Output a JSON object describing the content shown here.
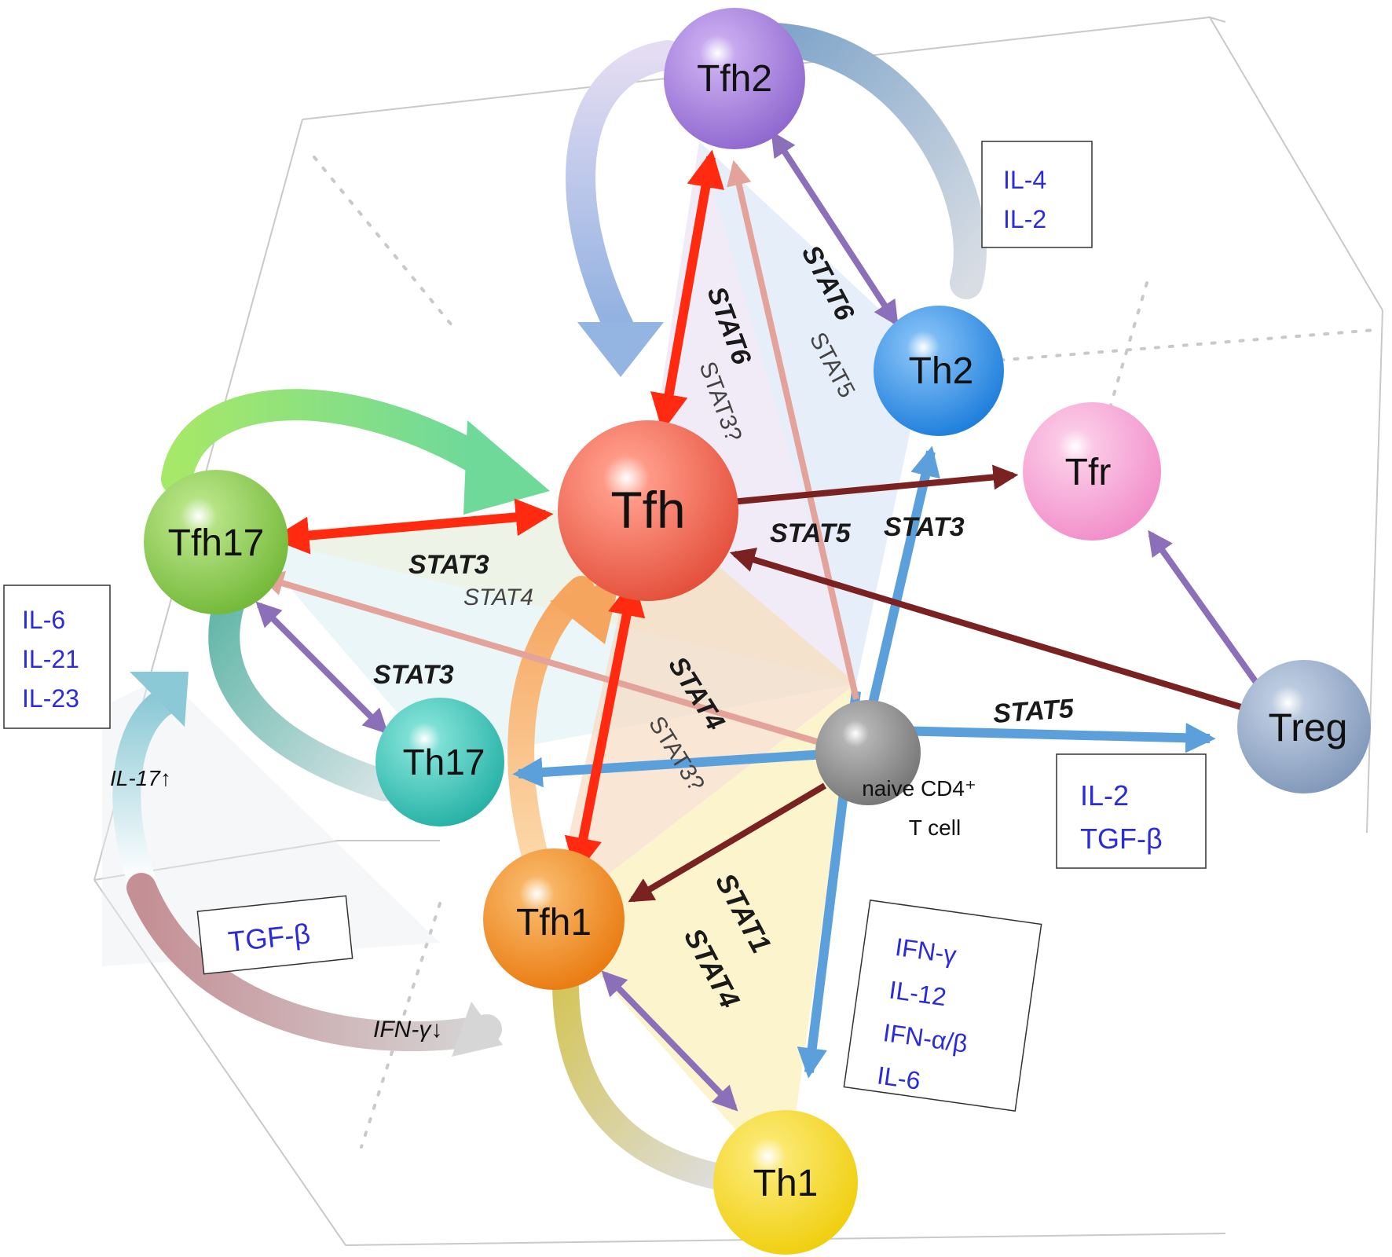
{
  "nodes": {
    "tfh2": "Tfh2",
    "tfh": "Tfh",
    "th2": "Th2",
    "tfr": "Tfr",
    "tfh17": "Tfh17",
    "th17": "Th17",
    "naive_line1": "naive CD4⁺",
    "naive_line2": "T cell",
    "treg": "Treg",
    "tfh1": "Tfh1",
    "th1": "Th1"
  },
  "stat_labels": {
    "tfh2_stat6": "STAT6",
    "tfh2_stat3q": "STAT3?",
    "th2_stat6": "STAT6",
    "th2_stat5": "STAT5",
    "tfr_stat5": "STAT5",
    "tfr_stat3": "STAT3",
    "tfh17_stat3": "STAT3",
    "tfh17_stat4": "STAT4",
    "th17_stat3": "STAT3",
    "tfh1_stat4": "STAT4",
    "tfh1_stat3q": "STAT3?",
    "treg_stat5": "STAT5",
    "th1_stat1": "STAT1",
    "th1_stat4": "STAT4"
  },
  "cytokine_boxes": {
    "th2_box": [
      "IL-4",
      "IL-2"
    ],
    "th17_box": [
      "IL-6",
      "IL-21",
      "IL-23"
    ],
    "treg_box": [
      "IL-2",
      "TGF-β"
    ],
    "th1_box": [
      "IFN-γ",
      "IL-12",
      "IFN-α/β",
      "IL-6"
    ],
    "tgf_box": [
      "TGF-β"
    ]
  },
  "notes": {
    "il17_up": "IL-17↑",
    "ifng_down": "IFN-γ↓"
  },
  "colors": {
    "tfh": "#f26a55",
    "tfh2": "#a884dc",
    "th2": "#3f97e8",
    "tfr": "#f7a9d8",
    "tfh17": "#8fcf4e",
    "th17": "#3ec9bd",
    "naive": "#8d8d8d",
    "treg": "#9bb0cc",
    "tfh1": "#f3922a",
    "th1": "#f7dc2e",
    "red_arrow": "#ff2a0f",
    "dark_red_arrow": "#7a2222",
    "blue_arrow": "#5b9fdb",
    "purple_arrow": "#8c6fb9",
    "pink_arrow": "#e3a29a",
    "cytokine_text": "#2b2bdc"
  }
}
